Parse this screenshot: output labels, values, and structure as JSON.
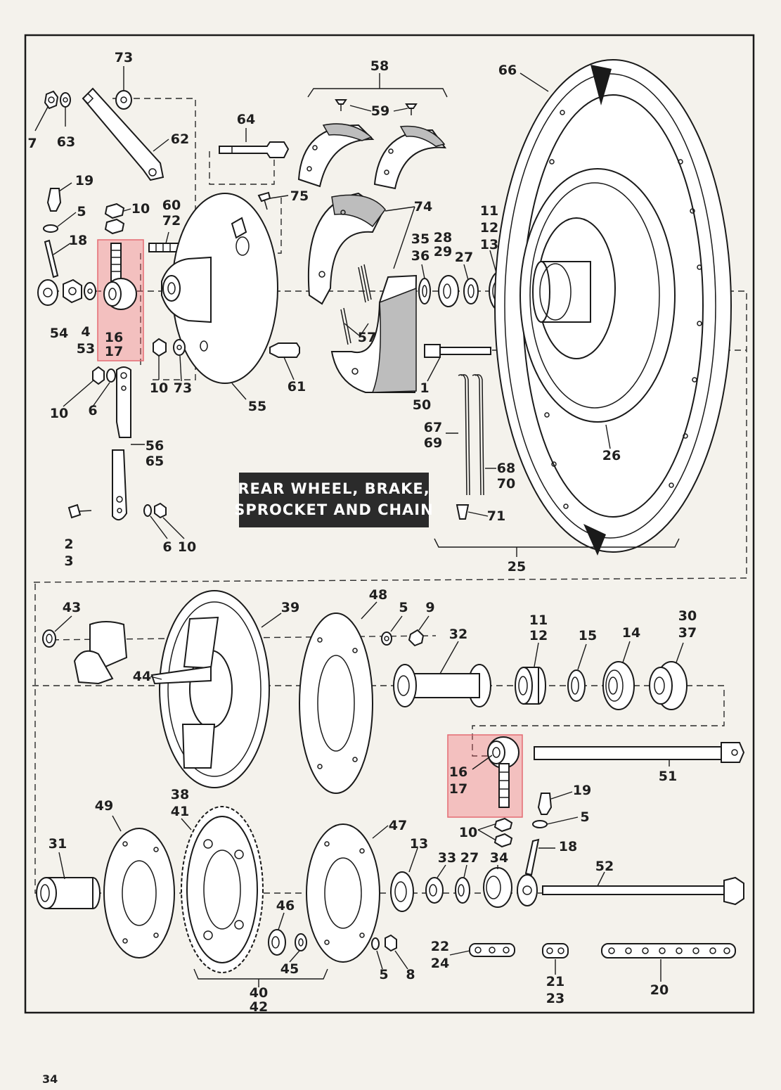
{
  "title": {
    "line1": "REAR WHEEL, BRAKE,",
    "line2": "SPROCKET AND CHAIN"
  },
  "page_number": "34",
  "colors": {
    "title_bg": "#2b2b2b",
    "title_text": "#ffffff",
    "highlight": "#e46a72",
    "paper": "#f4f2ec",
    "ink": "#1a1a1a"
  },
  "labels": {
    "n73a": "73",
    "n7": "7",
    "n63": "63",
    "n62": "62",
    "n64": "64",
    "n58": "58",
    "n59": "59",
    "n66": "66",
    "n19a": "19",
    "n5a": "5",
    "n10a": "10",
    "n18a": "18",
    "n60": "60",
    "n72": "72",
    "n75": "75",
    "n74": "74",
    "n11a": "11",
    "n12a": "12",
    "n13a": "13",
    "n35": "35",
    "n36": "36",
    "n28": "28",
    "n29": "29",
    "n27a": "27",
    "n54": "54",
    "n4": "4",
    "n53": "53",
    "n16a": "16",
    "n17a": "17",
    "n57": "57",
    "n10b": "10",
    "n73b": "73",
    "n61": "61",
    "n55": "55",
    "n1": "1",
    "n50": "50",
    "n10c": "10",
    "n6a": "6",
    "n56": "56",
    "n65": "65",
    "n67": "67",
    "n69": "69",
    "n68": "68",
    "n70": "70",
    "n26": "26",
    "n2": "2",
    "n3": "3",
    "n6b": "6",
    "n10d": "10",
    "n71": "71",
    "n25": "25",
    "n43": "43",
    "n39": "39",
    "n48": "48",
    "n5b": "5",
    "n9": "9",
    "n32": "32",
    "n11b": "11",
    "n12b": "12",
    "n15": "15",
    "n14": "14",
    "n30": "30",
    "n37": "37",
    "n44": "44",
    "n16b": "16",
    "n17b": "17",
    "n51": "51",
    "n19b": "19",
    "n5c": "5",
    "n10e": "10",
    "n18b": "18",
    "n38": "38",
    "n41": "41",
    "n49": "49",
    "n47": "47",
    "n13b": "13",
    "n33": "33",
    "n27b": "27",
    "n34": "34",
    "n31": "31",
    "n52": "52",
    "n46": "46",
    "n45": "45",
    "n5d": "5",
    "n8": "8",
    "n22": "22",
    "n24": "24",
    "n40": "40",
    "n42": "42",
    "n21": "21",
    "n23": "23",
    "n20": "20"
  }
}
